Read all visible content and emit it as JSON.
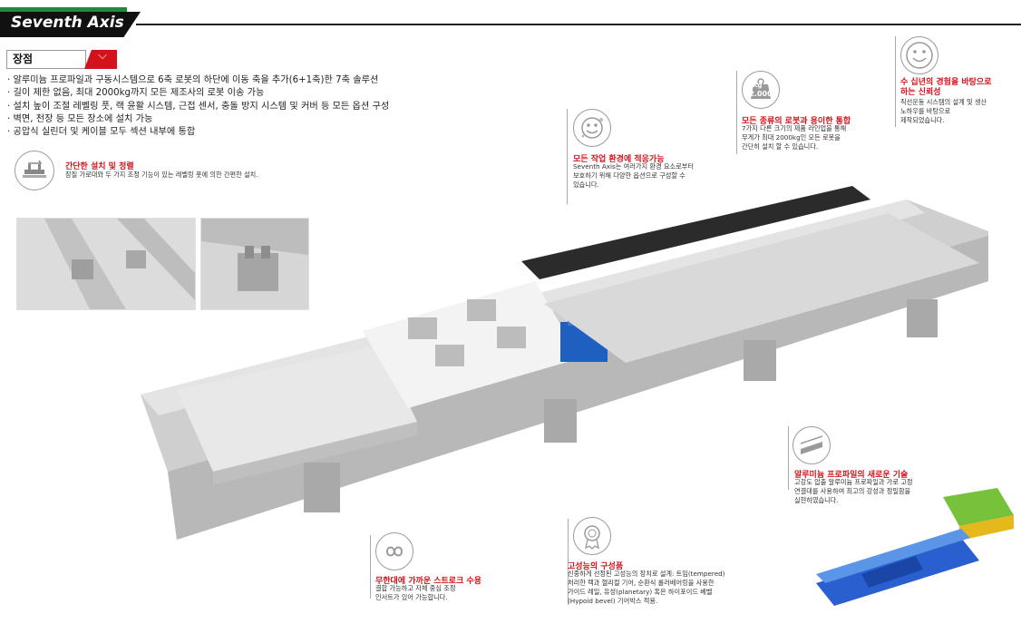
{
  "header": {
    "title": "Seventh Axis"
  },
  "section_tab": {
    "label": "장점"
  },
  "bullets": [
    "알루미늄 프로파일과 구동시스템으로 6축 로봇의 하단에 이동 축을 추가(6+1축)한 7축 솔루션",
    "길이 제한 없음, 최대 2000kg까지 모든 제조사의 로봇 이송 가능",
    "설치 높이 조절 레벨링 풋, 랙 윤활 시스템, 근접 센서, 충돌 방지 시스템 및 커버 등 모든 옵션 구성",
    "벽면, 천장 등 모든 장소에 설치 가능",
    "공압식 실린더 및 케이블 모두 섹션 내부에 통합"
  ],
  "features": {
    "install": {
      "title": "간단한 설치 및 정렬",
      "desc": [
        "장질 가로대와 두 가지 조정 기능이 있는 레벨링 풋에 의한 간편한 설치."
      ]
    },
    "environment": {
      "title": "모든 작업 환경에 적응가능",
      "desc": [
        "Seventh Axis는 여러가지 환경 요소로부터",
        "보호하기 위해 다양한 옵션으로 구성할 수",
        "있습니다."
      ]
    },
    "robots": {
      "title": "모든 종류의 로봇과 용이한 통합",
      "badge": "2.000",
      "badge_unit": "Kg",
      "desc": [
        "7가지 다른 크기의 제품 라인업을 통해",
        "무게가 최대 2000kg인 모든 로봇을",
        "간단히 설치 할 수 있습니다."
      ]
    },
    "experience": {
      "title": [
        "수 십년의 경험을 바탕으로",
        "하는 신뢰성"
      ],
      "desc": [
        "직선운동 시스템의 설계 및 생산",
        "노하우를 바탕으로",
        "제작되었습니다."
      ]
    },
    "profile": {
      "title": "알루미늄 프로파일의 새로운 기술",
      "desc": [
        "고강도 압출 알루미늄 프로파일과 가로 고정",
        "연결대를 사용하여 최고의 강성과 정밀함을",
        "실현하였습니다."
      ]
    },
    "stroke": {
      "title": "무한대에 가까운 스트로크 수용",
      "desc": [
        "결합 가능하고 자체 중심 조정",
        "인서트가 있어 가능합니다."
      ]
    },
    "quality": {
      "title": "고성능의 구성품",
      "desc": [
        "신중하게 선정된 고성능의 장치로 설계: 트임(tempered)",
        "처리한 랙과 헬리컬 기어, 순환식 롤러베어링을 사용한",
        "가이드 레일, 유성(planetary) 혹은 하이포이드 베벨",
        "(Hypoid bevel) 기어박스 적용."
      ]
    }
  },
  "colors": {
    "accent_red": "#d3121b",
    "header_green": "#1f8a3a",
    "header_black": "#111111"
  },
  "icons": [
    "chevron-down-icon",
    "level-install-icon",
    "environment-icon",
    "weight-icon",
    "smiley-icon",
    "profile-icon",
    "infinity-icon",
    "medal-icon"
  ]
}
